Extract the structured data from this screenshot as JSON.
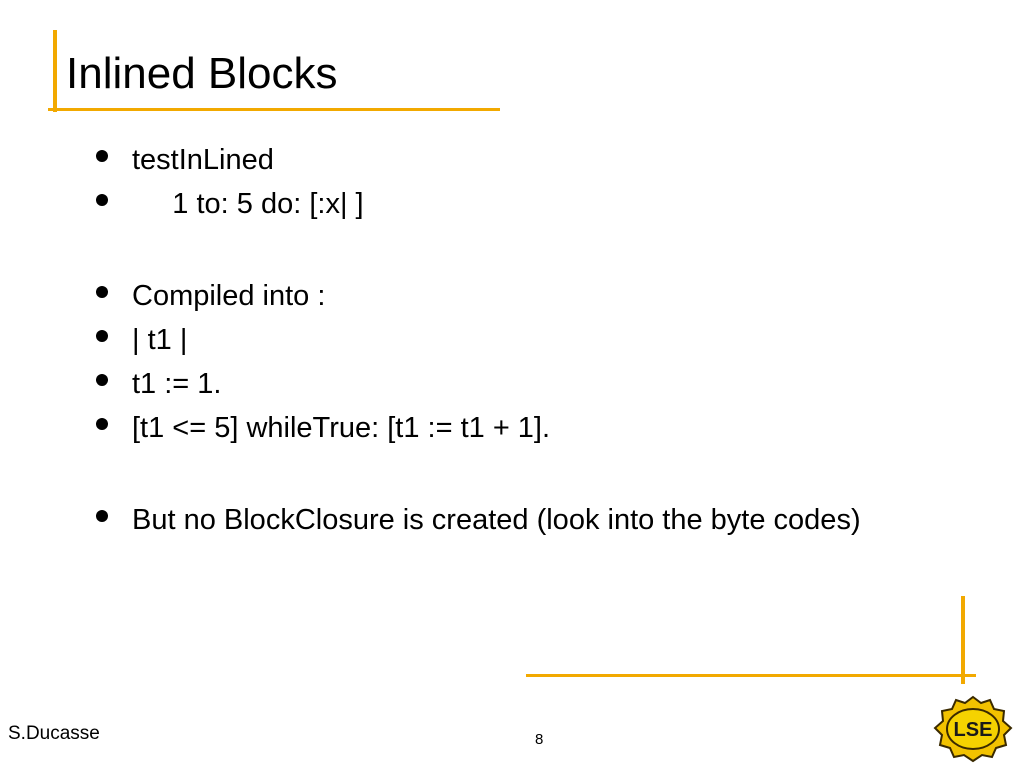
{
  "slide": {
    "title": "Inlined Blocks",
    "bullets": [
      {
        "text": "testInLined"
      },
      {
        "text": "     1 to: 5 do: [:x| ]"
      },
      {
        "text": "Compiled into :"
      },
      {
        "text": "| t1 |"
      },
      {
        "text": "t1 := 1."
      },
      {
        "text": "[t1 <= 5] whileTrue: [t1 := t1 + 1]."
      },
      {
        "text": "But no BlockClosure is created (look into the byte codes)"
      }
    ],
    "footer": {
      "author": "S.Ducasse",
      "page_number": "8"
    },
    "logo": {
      "label": "LSE",
      "icon": "lse-logo-icon"
    },
    "colors": {
      "accent": "#f2a900",
      "text": "#000000",
      "logo_fill": "#f2c200"
    }
  }
}
